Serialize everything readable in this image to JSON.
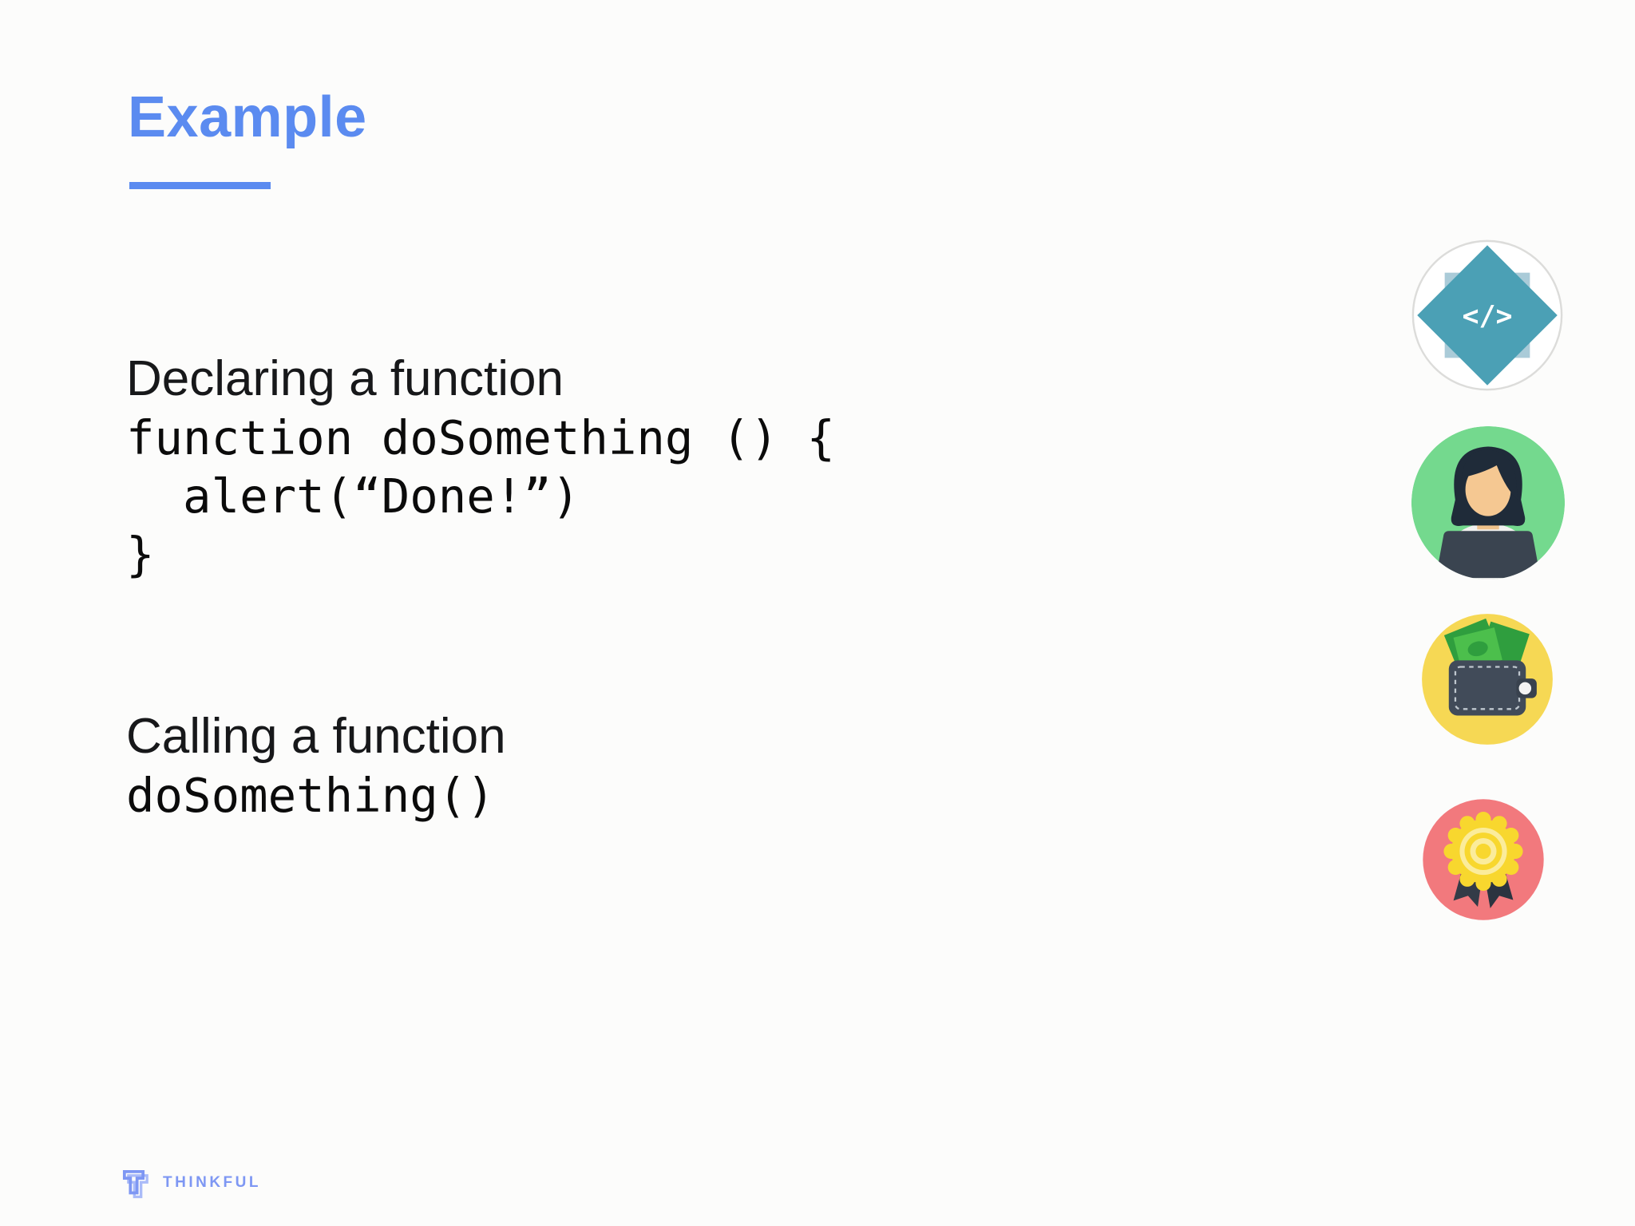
{
  "slide": {
    "title": "Example",
    "sections": [
      {
        "label": "Declaring a function",
        "code_lines": [
          "function doSomething () {",
          "  alert(“Done!”)",
          "}"
        ]
      },
      {
        "label": "Calling a function",
        "code_lines": [
          "doSomething()"
        ]
      }
    ],
    "icons": [
      {
        "name": "code-badge-icon",
        "glyph": "</>"
      },
      {
        "name": "developer-at-laptop-icon"
      },
      {
        "name": "wallet-with-cash-icon"
      },
      {
        "name": "award-rosette-icon"
      }
    ],
    "footer": {
      "brand": "THINKFUL"
    },
    "colors": {
      "accent_blue": "#5b8bf0",
      "logo_blue": "#7e97f3",
      "code_text": "#0b0b0b",
      "icon_teal": "#4ba0b5",
      "icon_teal_light": "#aacbd8",
      "icon_green": "#74d98e",
      "icon_yellow": "#f6d854",
      "icon_red": "#f2797d"
    }
  }
}
